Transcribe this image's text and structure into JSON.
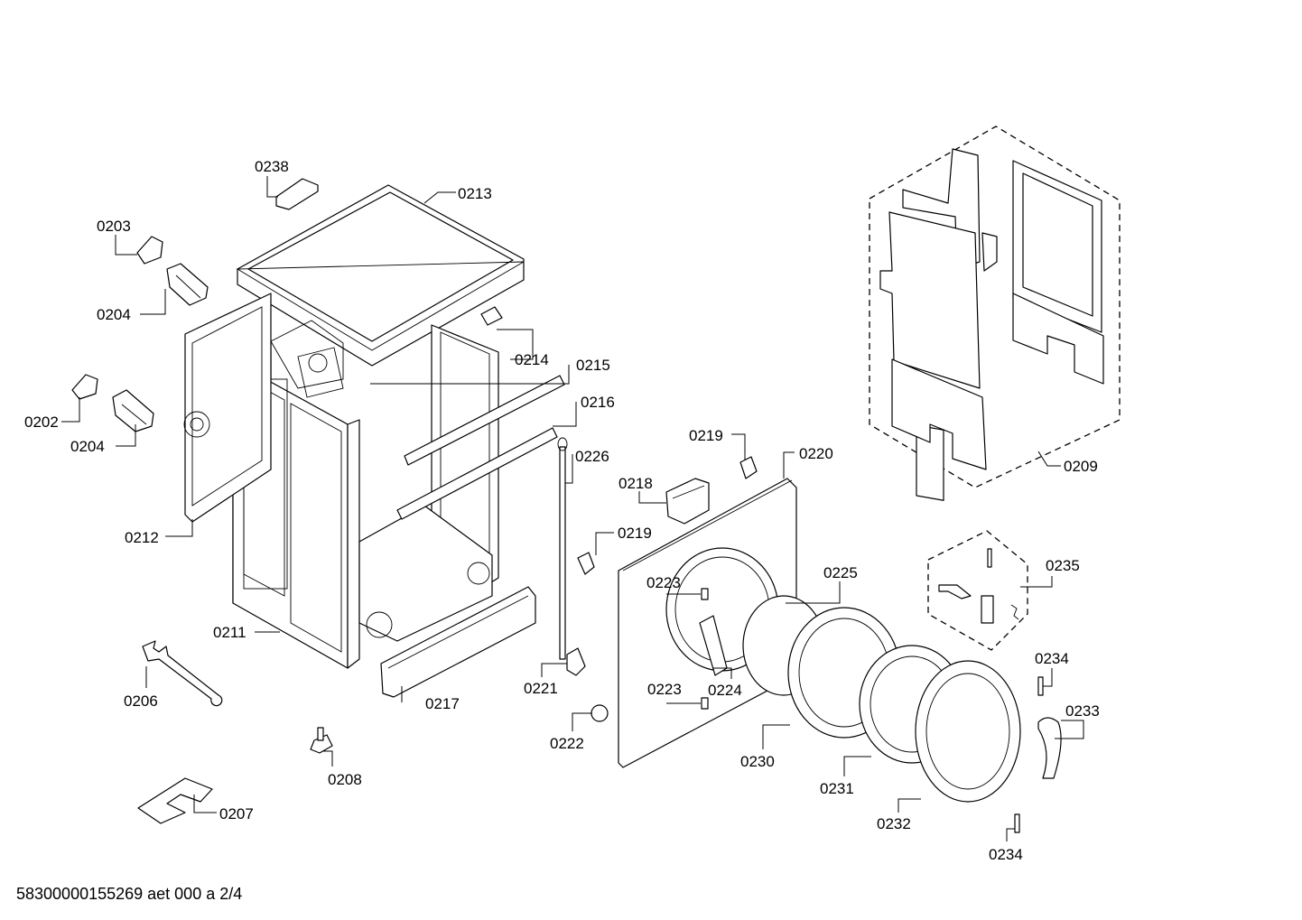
{
  "document_id": "58300000155269 aet 000 a 2/4",
  "callouts": [
    {
      "id": "p0238",
      "text": "0238"
    },
    {
      "id": "p0213",
      "text": "0213"
    },
    {
      "id": "p0203",
      "text": "0203"
    },
    {
      "id": "p0204a",
      "text": "0204"
    },
    {
      "id": "p0214",
      "text": "0214"
    },
    {
      "id": "p0215",
      "text": "0215"
    },
    {
      "id": "p0216",
      "text": "0216"
    },
    {
      "id": "p0202",
      "text": "0202"
    },
    {
      "id": "p0204b",
      "text": "0204"
    },
    {
      "id": "p0226",
      "text": "0226"
    },
    {
      "id": "p0212",
      "text": "0212"
    },
    {
      "id": "p0211",
      "text": "0211"
    },
    {
      "id": "p0217",
      "text": "0217"
    },
    {
      "id": "p0206",
      "text": "0206"
    },
    {
      "id": "p0208",
      "text": "0208"
    },
    {
      "id": "p0207",
      "text": "0207"
    },
    {
      "id": "p0219a",
      "text": "0219"
    },
    {
      "id": "p0220",
      "text": "0220"
    },
    {
      "id": "p0218",
      "text": "0218"
    },
    {
      "id": "p0219b",
      "text": "0219"
    },
    {
      "id": "p0223a",
      "text": "0223"
    },
    {
      "id": "p0225",
      "text": "0225"
    },
    {
      "id": "p0221",
      "text": "0221"
    },
    {
      "id": "p0223b",
      "text": "0223"
    },
    {
      "id": "p0224",
      "text": "0224"
    },
    {
      "id": "p0222",
      "text": "0222"
    },
    {
      "id": "p0230",
      "text": "0230"
    },
    {
      "id": "p0231",
      "text": "0231"
    },
    {
      "id": "p0232",
      "text": "0232"
    },
    {
      "id": "p0209",
      "text": "0209"
    },
    {
      "id": "p0235",
      "text": "0235"
    },
    {
      "id": "p0234a",
      "text": "0234"
    },
    {
      "id": "p0233",
      "text": "0233"
    },
    {
      "id": "p0234b",
      "text": "0234"
    }
  ]
}
